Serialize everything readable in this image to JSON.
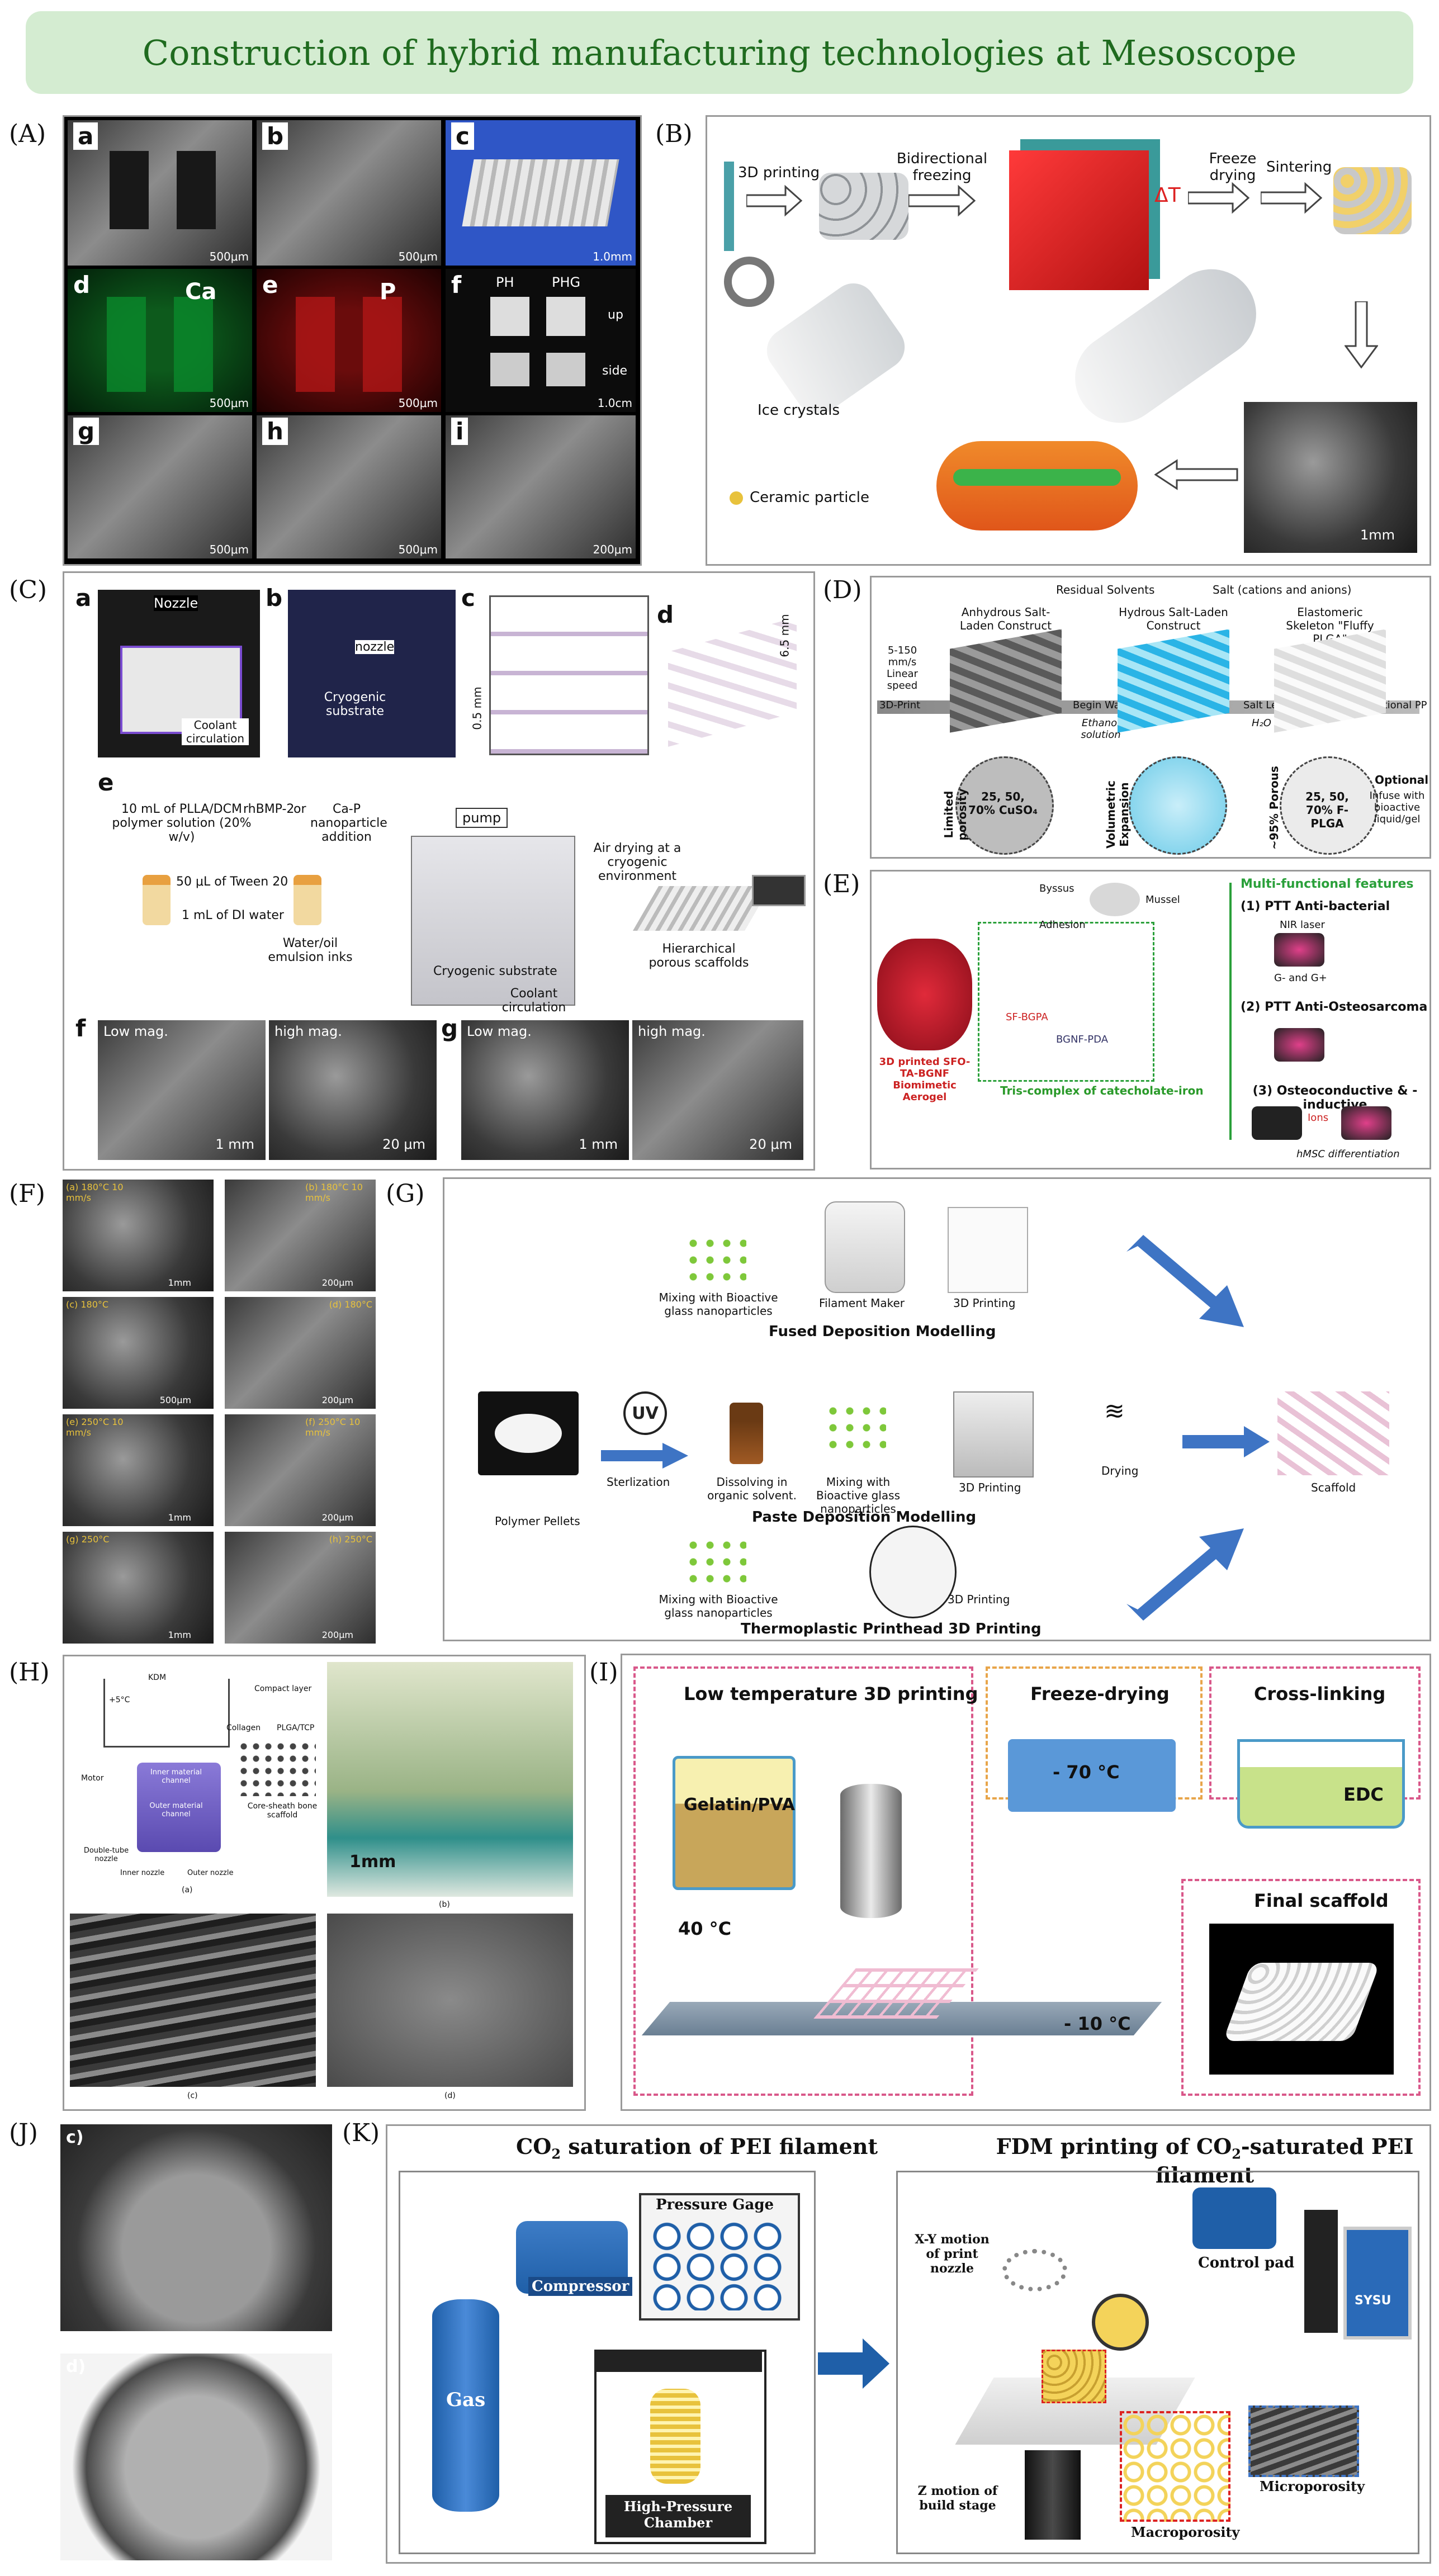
{
  "title": "Construction of hybrid manufacturing technologies at Mesoscope",
  "panels": {
    "A": {
      "label": "(A)",
      "sub": [
        "a",
        "b",
        "c",
        "d",
        "e",
        "f",
        "g",
        "h",
        "i"
      ],
      "ca": "Ca",
      "p": "P",
      "ph": "PH",
      "phg": "PHG",
      "up": "up",
      "side": "side",
      "scale": [
        "500μm",
        "500μm",
        "1.0mm",
        "500μm",
        "500μm",
        "1.0cm",
        "500μm",
        "500μm",
        "200μm"
      ]
    },
    "B": {
      "label": "(B)",
      "step1": "3D printing",
      "step2": "Bidirectional freezing",
      "step3": "Freeze drying",
      "step4": "Sintering",
      "ice": "Ice crystals",
      "ceramic": "Ceramic particle",
      "scale": "1mm",
      "dt": "ΔT"
    },
    "C": {
      "label": "(C)",
      "sub": [
        "a",
        "b",
        "c",
        "d",
        "e",
        "f",
        "g"
      ],
      "nozzle": "Nozzle",
      "coolant": "Coolant circulation",
      "nozzle2": "nozzle",
      "cryo": "Cryogenic substrate",
      "dim1": "6.5 mm",
      "dim2": "0.5 mm",
      "e_sol": "10 mL of PLLA/DCM polymer solution (20% w/v)",
      "e_rh": "rhBMP-2",
      "e_or": "or",
      "e_cap": "Ca-P nanoparticle addition",
      "e_tween": "50 μL of Tween 20",
      "e_water": "1 mL of DI water",
      "e_emul": "Water/oil emulsion inks",
      "e_pump": "pump",
      "e_air": "Air drying at a cryogenic environment",
      "e_cryo": "Cryogenic substrate",
      "e_cool": "Coolant circulation",
      "e_hier": "Hierarchical porous scaffolds",
      "low": "Low mag.",
      "high": "high mag.",
      "s1": "1 mm",
      "s20": "20 μm"
    },
    "D": {
      "label": "(D)",
      "residual": "Residual Solvents",
      "salt": "Salt (cations and anions)",
      "c1": "Anhydrous Salt-Laden Construct",
      "c2": "Hydrous Salt-Laden Construct",
      "c3": "Elastomeric Skeleton \"Fluffy PLGA\"",
      "speed": "5-150 mm/s Linear speed",
      "print": "3D-Print",
      "wash": "Begin Wash",
      "eth": "Ethanol solution",
      "leech": "Salt Leech",
      "h2o": "H₂O",
      "opt": "Optional PP",
      "lim": "Limited porosity",
      "vol": "Volumetric Expansion",
      "por": "~95% Porous",
      "cuso": "25, 50, 70% CuSO₄",
      "fplga": "25, 50, 70% F-PLGA",
      "optional": "Optional:",
      "infuse": "Infuse with bioactive liquid/gel"
    },
    "E": {
      "label": "(E)",
      "byssus": "Byssus",
      "mussel": "Mussel",
      "adhesion": "Adhesion",
      "multi": "Multi-functional features",
      "f1": "(1) PTT Anti-bacterial",
      "nir": "NIR laser",
      "gg": "G- and G+",
      "f2": "(2) PTT Anti-Osteosarcoma",
      "f3": "(3) Osteoconductive & -inductive",
      "ions": "Ions",
      "hmsc": "hMSC differentiation",
      "aero": "3D printed SFO-TA-BGNF Biomimetic Aerogel",
      "tris": "Tris-complex of catecholate-iron",
      "bgnf": "BGNF-PDA",
      "sfo": "SF-BGPA"
    },
    "F": {
      "label": "(F)",
      "tags": [
        "(a) 180°C 10 mm/s",
        "(b) 180°C 10 mm/s",
        "(c) 180°C",
        "(d) 180°C",
        "(e) 250°C 10 mm/s",
        "(f) 250°C 10 mm/s",
        "(g) 250°C",
        "(h) 250°C"
      ],
      "scales": [
        "1mm",
        "200μm",
        "500μm",
        "200μm",
        "1mm",
        "200μm",
        "1mm",
        "200μm"
      ]
    },
    "G": {
      "label": "(G)",
      "mix1": "Mixing with Bioactive glass nanoparticles",
      "filament": "Filament Maker",
      "print1": "3D Printing",
      "fdm": "Fused Deposition Modelling",
      "uv": "UV",
      "steril": "Sterlization",
      "dissolve": "Dissolving in organic solvent.",
      "mix2": "Mixing with Bioactive glass nanoparticles",
      "print2": "3D Printing",
      "drying": "Drying",
      "pdm": "Paste Deposition Modelling",
      "pellets": "Polymer Pellets",
      "mix3": "Mixing with Bioactive glass nanoparticles",
      "print3": "3D Printing",
      "tpp": "Thermoplastic Printhead 3D Printing",
      "scaffold": "Scaffold"
    },
    "H": {
      "label": "(H)",
      "kdm": "KDM",
      "temp": "+5°C",
      "compact": "Compact layer",
      "collagen": "Collagen",
      "plga": "PLGA/TCP",
      "motor": "Motor",
      "inner": "Inner material channel",
      "outer": "Outer material channel",
      "double": "Double-tube nozzle",
      "innerN": "Inner nozzle",
      "outerN": "Outer nozzle",
      "sheath": "Core-sheath bone scaffold",
      "scale": "1mm",
      "ca": "(a)",
      "cb": "(b)",
      "cc": "(c)",
      "cd": "(d)"
    },
    "I": {
      "label": "(I)",
      "lt": "Low temperature 3D printing",
      "fd": "Freeze-drying",
      "cl": "Cross-linking",
      "gel": "Gelatin/PVA",
      "t70": "- 70 °C",
      "edc": "EDC",
      "final": "Final scaffold",
      "t40": "40 °C",
      "t10": "- 10 °C"
    },
    "J": {
      "label": "(J)",
      "c": "c)",
      "d": "d)"
    },
    "K": {
      "label": "(K)",
      "h1a": "CO",
      "h1b": "2",
      "h1c": " saturation of PEI filament",
      "h2a": "FDM printing of CO",
      "h2b": "2",
      "h2c": "-saturated PEI filament",
      "gage": "Pressure Gage",
      "comp": "Compressor",
      "gas": "Gas",
      "chamber": "High-Pressure Chamber",
      "pad": "Control pad",
      "xy": "X-Y motion of print nozzle",
      "sysu": "SYSU",
      "z": "Z motion of build stage",
      "micro": "Microporosity",
      "macro": "Macroporosity"
    }
  },
  "colors": {
    "title_bg": "#d4ecd1",
    "title_text": "#1f6b1f",
    "arrow_blue": "#3e74c4",
    "pink": "#d9588a",
    "orange": "#e8a54a"
  }
}
